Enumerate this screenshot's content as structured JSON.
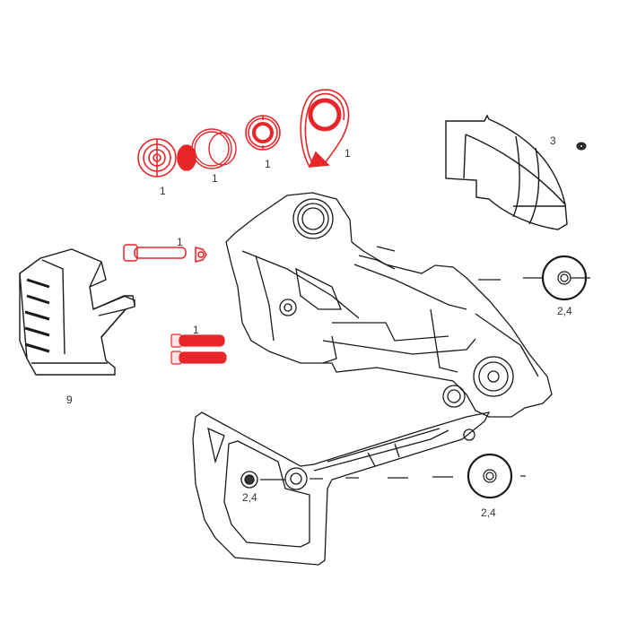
{
  "diagram": {
    "type": "exploded-parts-diagram",
    "subject": "bicycle rear derailleur",
    "colors": {
      "highlight": "#e8262a",
      "line": "#1a1a1a",
      "background": "#ffffff"
    },
    "callouts": [
      {
        "id": "c1a",
        "text": "1",
        "part": "pulley-bushing",
        "highlighted": true
      },
      {
        "id": "c1b",
        "text": "1",
        "part": "washer-ring",
        "highlighted": true
      },
      {
        "id": "c1c",
        "text": "1",
        "part": "bearing-ring",
        "highlighted": true
      },
      {
        "id": "c1d",
        "text": "1",
        "part": "b-knuckle-cam",
        "highlighted": true
      },
      {
        "id": "c1e",
        "text": "1",
        "part": "pivot-pin-and-nut",
        "highlighted": true
      },
      {
        "id": "c1f",
        "text": "1",
        "part": "pivot-bolts-pair",
        "highlighted": true
      },
      {
        "id": "c3",
        "text": "3",
        "part": "outer-cover-and-screw",
        "highlighted": false
      },
      {
        "id": "c24a",
        "text": "2,4",
        "part": "upper-pulley-washer",
        "highlighted": false
      },
      {
        "id": "c24b",
        "text": "2,4",
        "part": "cage-pivot-bolt",
        "highlighted": false
      },
      {
        "id": "c24c",
        "text": "2,4",
        "part": "lower-pulley-washer",
        "highlighted": false
      },
      {
        "id": "c9",
        "text": "9",
        "part": "inner-guard",
        "highlighted": false
      }
    ]
  }
}
